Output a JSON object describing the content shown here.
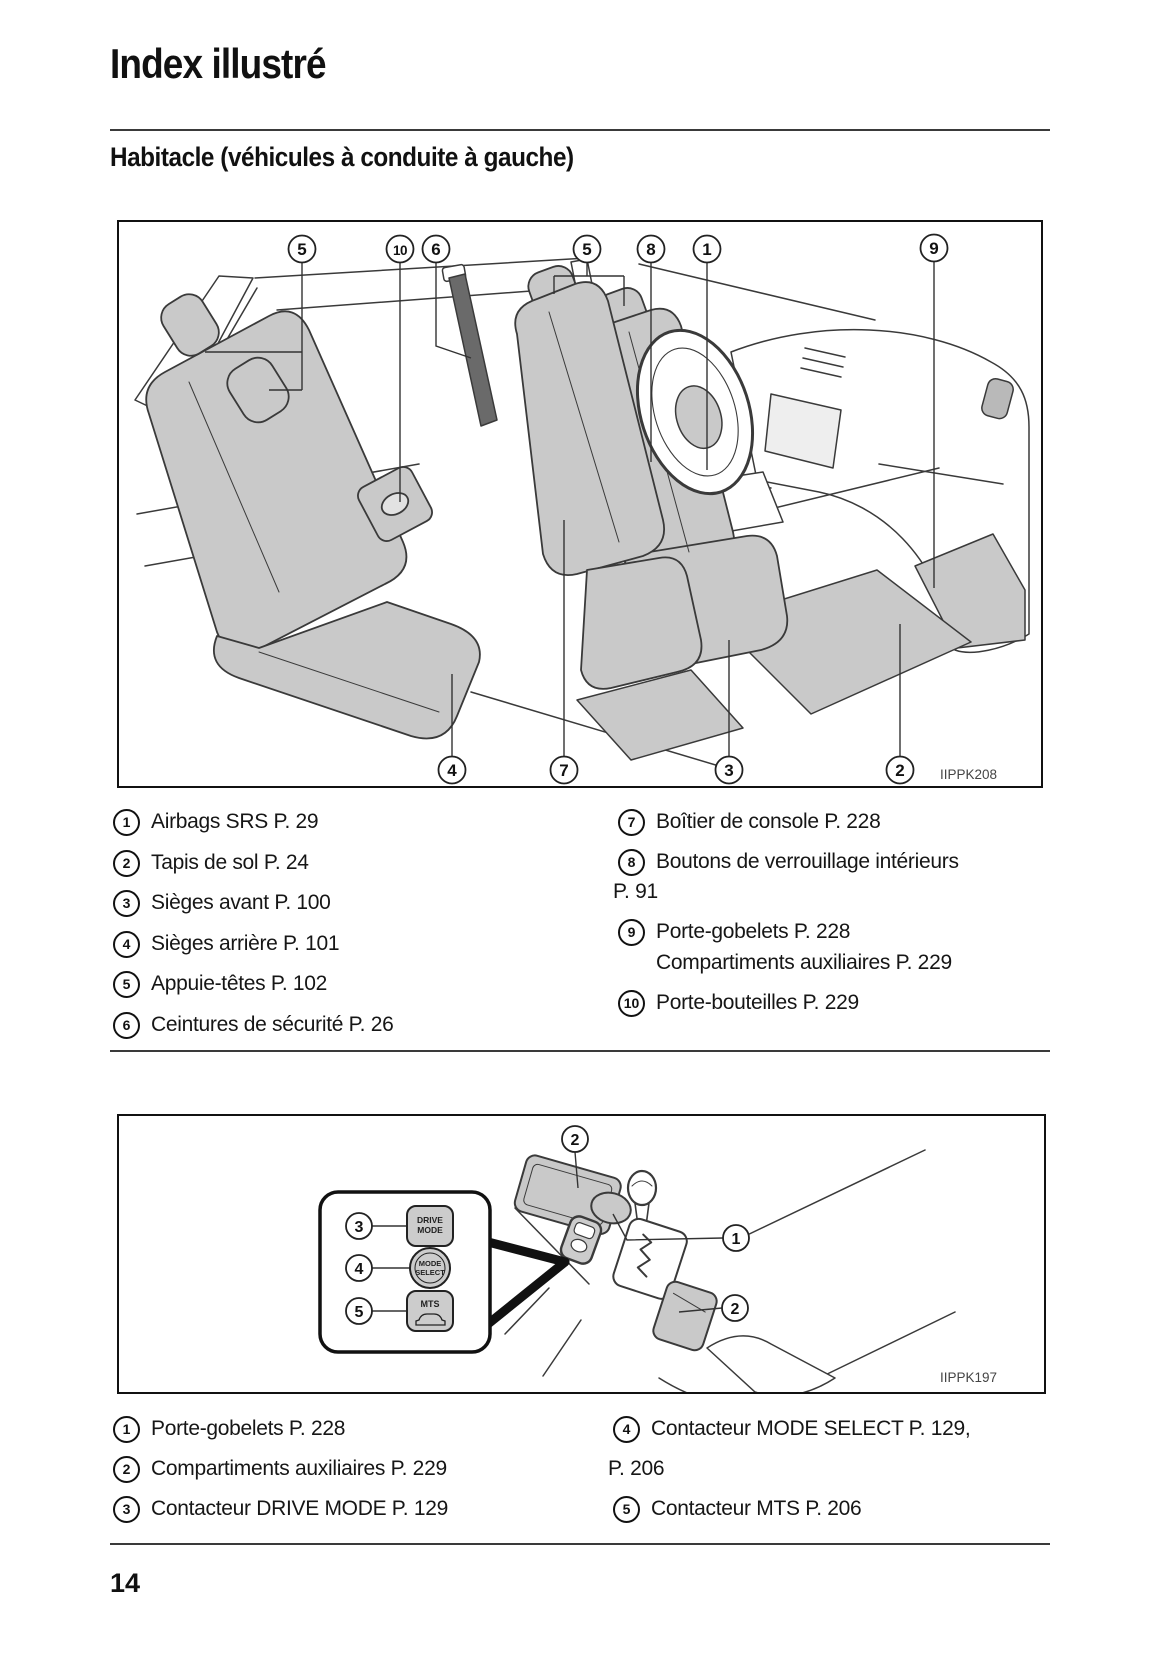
{
  "page": {
    "title": "Index illustré",
    "section_heading": "Habitacle (véhicules à conduite à gauche)",
    "page_number": "14"
  },
  "colors": {
    "text": "#1a1a1a",
    "line_art": "#333333",
    "seat_gray": "#c9c9c9",
    "rule_gray": "#3a3a3a"
  },
  "figure1": {
    "code": "IIPPK208",
    "callouts": {
      "top": [
        "5",
        "10",
        "6",
        "5",
        "8",
        "1",
        "9"
      ],
      "bottom": [
        "4",
        "7",
        "3",
        "2"
      ]
    }
  },
  "figure2": {
    "code": "IIPPK197",
    "callouts": {
      "top2": "2",
      "n3": "3",
      "n4": "4",
      "n5": "5",
      "n1": "1",
      "low2": "2"
    },
    "buttons": {
      "drive_line1": "DRIVE",
      "drive_line2": "MODE",
      "select_line1": "MODE",
      "select_line2": "SELECT",
      "mts": "MTS"
    }
  },
  "legend1": {
    "items": [
      {
        "num": "1",
        "text": "Airbags SRS P. 29"
      },
      {
        "num": "2",
        "text": "Tapis de sol P. 24"
      },
      {
        "num": "3",
        "text": "Sièges avant P. 100"
      },
      {
        "num": "4",
        "text": "Sièges arrière P. 101"
      },
      {
        "num": "5",
        "text": "Appuie-têtes P. 102"
      },
      {
        "num": "6",
        "text": "Ceintures de sécurité P. 26"
      },
      {
        "num": "7",
        "text": "Boîtier de console P. 228"
      },
      {
        "num": "8",
        "text": "Boutons de verrouillage intérieurs",
        "line2": "P. 91"
      },
      {
        "num": "9",
        "text": "Porte-gobelets P. 228",
        "line2": "Compartiments auxiliaires P. 229"
      },
      {
        "num": "10",
        "text": "Porte-bouteilles P. 229"
      }
    ]
  },
  "legend2": {
    "items": [
      {
        "num": "1",
        "text": "Porte-gobelets P. 228"
      },
      {
        "num": "2",
        "text": "Compartiments auxiliaires P. 229"
      },
      {
        "num": "3",
        "text": "Contacteur DRIVE MODE P. 129"
      },
      {
        "num": "4",
        "text": "Contacteur MODE SELECT P. 129,",
        "line2": "P. 206"
      },
      {
        "num": "5",
        "text": "Contacteur MTS P. 206"
      }
    ]
  }
}
